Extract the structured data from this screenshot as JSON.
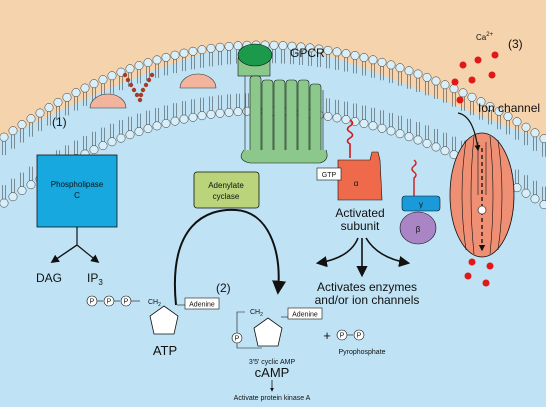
{
  "labels": {
    "region_1": "(1)",
    "region_2": "(2)",
    "region_3": "(3)",
    "gpcr": "GPCR",
    "calcium": "Ca",
    "calcium_charge": "2+",
    "ion_channel": "Ion channel",
    "phospholipase_line1": "Phospholipase",
    "phospholipase_line2": "C",
    "adenylate_line1": "Adenylate",
    "adenylate_line2": "cyclase",
    "gtp": "GTP",
    "alpha": "α",
    "gamma": "γ",
    "beta": "β",
    "activated_line1": "Activated",
    "activated_line2": "subunit",
    "activates_line1": "Activates enzymes",
    "activates_line2": "and/or ion channels",
    "dag": "DAG",
    "ip3": "IP",
    "ip3_sub": "3",
    "phosphate": "P",
    "ch2": "CH",
    "ch2_sub": "2",
    "adenine": "Adenine",
    "atp": "ATP",
    "plus": "+",
    "pyrophosphate": "Pyrophosphate",
    "cyclic_amp": "3'5' cyclic AMP",
    "camp": "cAMP",
    "activate_pka": "Activate protein kinase A"
  },
  "colors": {
    "extracellular": "#f5d3ad",
    "cytoplasm": "#bfe3f5",
    "lipid_head": "#d8eef8",
    "phospholipase": "#17a8e0",
    "adenylate": "#b9d47a",
    "gpcr": "#8cc88c",
    "gpcr_ligand": "#1a9a4a",
    "alpha": "#ee6a4a",
    "gamma": "#1a9ad8",
    "beta": "#a985c5",
    "ion_channel": "#ef8f74",
    "calcium": "#e01818"
  }
}
